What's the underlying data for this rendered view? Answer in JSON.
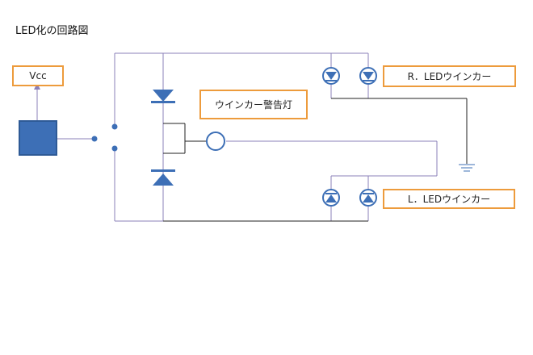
{
  "title": "LED化の回路図",
  "labels": {
    "vcc": "Vcc",
    "warning_lamp": "ウインカー警告灯",
    "right_led": "R．LEDウインカー",
    "left_led": "L．LEDウインカー"
  },
  "colors": {
    "wire_purple": "#8B80B8",
    "wire_dark": "#222222",
    "component_blue": "#3D6FB6",
    "component_edge": "#2E5A96",
    "label_border": "#ED9B3C"
  }
}
